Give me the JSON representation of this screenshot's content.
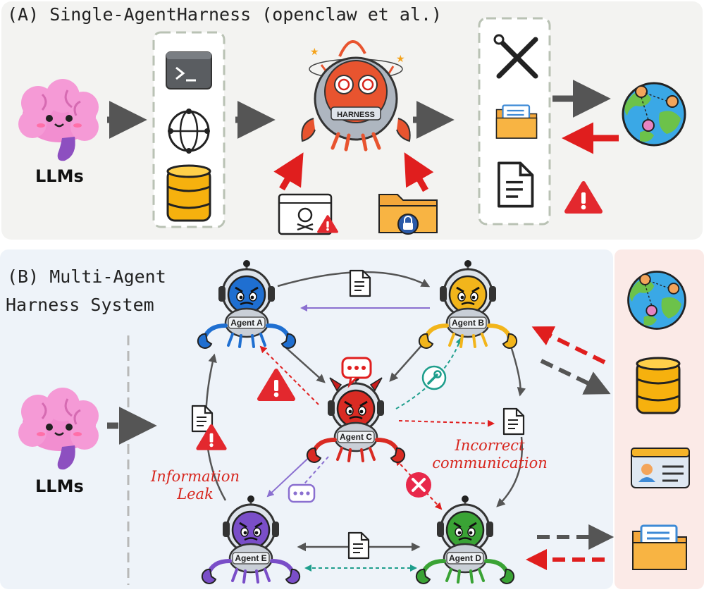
{
  "panel_a": {
    "title": "(A) Single-AgentHarness (openclaw et al.)",
    "llm_label": "LLMs",
    "harness_label": "HARNESS",
    "tool_icons": [
      "terminal-icon",
      "globe-icon",
      "database-icon"
    ],
    "output_icons": [
      "wrench-screwdriver-icon",
      "folder-icon",
      "document-icon"
    ],
    "attack_icons": [
      "malicious-webpage-icon",
      "locked-folder-icon"
    ],
    "colors": {
      "panel_bg": "#f3f3f1",
      "arrow_gray": "#555555",
      "arrow_red": "#e01e1e"
    }
  },
  "panel_b": {
    "title_line1": "(B) Multi-Agent",
    "title_line2": "Harness System",
    "llm_label": "LLMs",
    "agents": [
      {
        "id": "a",
        "label": "Agent A",
        "color": "#1f6fd1"
      },
      {
        "id": "b",
        "label": "Agent B",
        "color": "#f2b51b"
      },
      {
        "id": "c",
        "label": "Agent C",
        "color": "#d92b23"
      },
      {
        "id": "d",
        "label": "Agent D",
        "color": "#3aa335"
      },
      {
        "id": "e",
        "label": "Agent E",
        "color": "#7a4ec8"
      }
    ],
    "annotation_leak_line1": "Information",
    "annotation_leak_line2": "Leak",
    "annotation_comm_line1": "Incorrect",
    "annotation_comm_line2": "communication",
    "resource_icons": [
      "globe-people-icon",
      "database-icon",
      "id-card-icon",
      "folder-icon"
    ],
    "colors": {
      "panel_bg": "#eef3f9",
      "side_bg": "#fbeae7",
      "arrow_teal": "#1e9e8c",
      "arrow_purple": "#8a6fd0",
      "arrow_red": "#e01e1e"
    }
  }
}
